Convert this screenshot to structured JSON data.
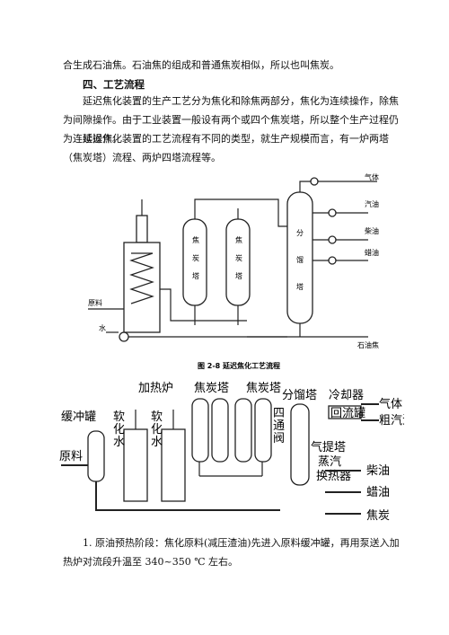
{
  "text": {
    "para1": "合生成石油焦。石油焦的组成和普通焦炭相似，所以也叫焦炭。",
    "heading4": "四、工艺流程",
    "para2": "延迟焦化装置的生产工艺分为焦化和除焦两部分，焦化为连续操作，除焦为间隙操作。由于工业装置一般设有两个或四个焦炭塔，所以整个生产过程仍为连续操作。",
    "para3": "延迟焦化装置的工艺流程有不同的类型，就生产规模而言，有一炉两塔（焦炭塔）流程、两炉四塔流程等。",
    "para4": "1. 原油预热阶段：焦化原料(减压渣油)先进入原料缓冲罐，再用泵送入加热炉对流段升温至 340~350 ℃ 左右。"
  },
  "figure1": {
    "caption": "图 2-8    延迟焦化工艺流程",
    "tower1_label": [
      "焦",
      "炭",
      "塔"
    ],
    "tower2_label": [
      "焦",
      "炭",
      "塔"
    ],
    "fractionator_label": [
      "分",
      "馏",
      "塔"
    ],
    "feed": "原料",
    "water": "水",
    "outputs": [
      "气体",
      "汽油",
      "柴油",
      "蜡油"
    ],
    "coke": "石油焦"
  },
  "figure2": {
    "furnace": "加热炉",
    "tower_a": "焦炭塔",
    "tower_b": "焦炭塔",
    "fractionator": "分馏塔",
    "cooler": "冷却器",
    "reflux": "回流罐",
    "buffer": "缓冲罐",
    "soft_water1": [
      "软",
      "化",
      "水"
    ],
    "soft_water2": [
      "软",
      "化",
      "水"
    ],
    "four_way": [
      "四",
      "通",
      "阀"
    ],
    "feed": "原料",
    "stripper": "气提塔",
    "steam": "蒸汽",
    "hx": "换热器",
    "products": [
      "气体",
      "粗汽油",
      "柴油",
      "蜡油",
      "焦炭"
    ]
  }
}
